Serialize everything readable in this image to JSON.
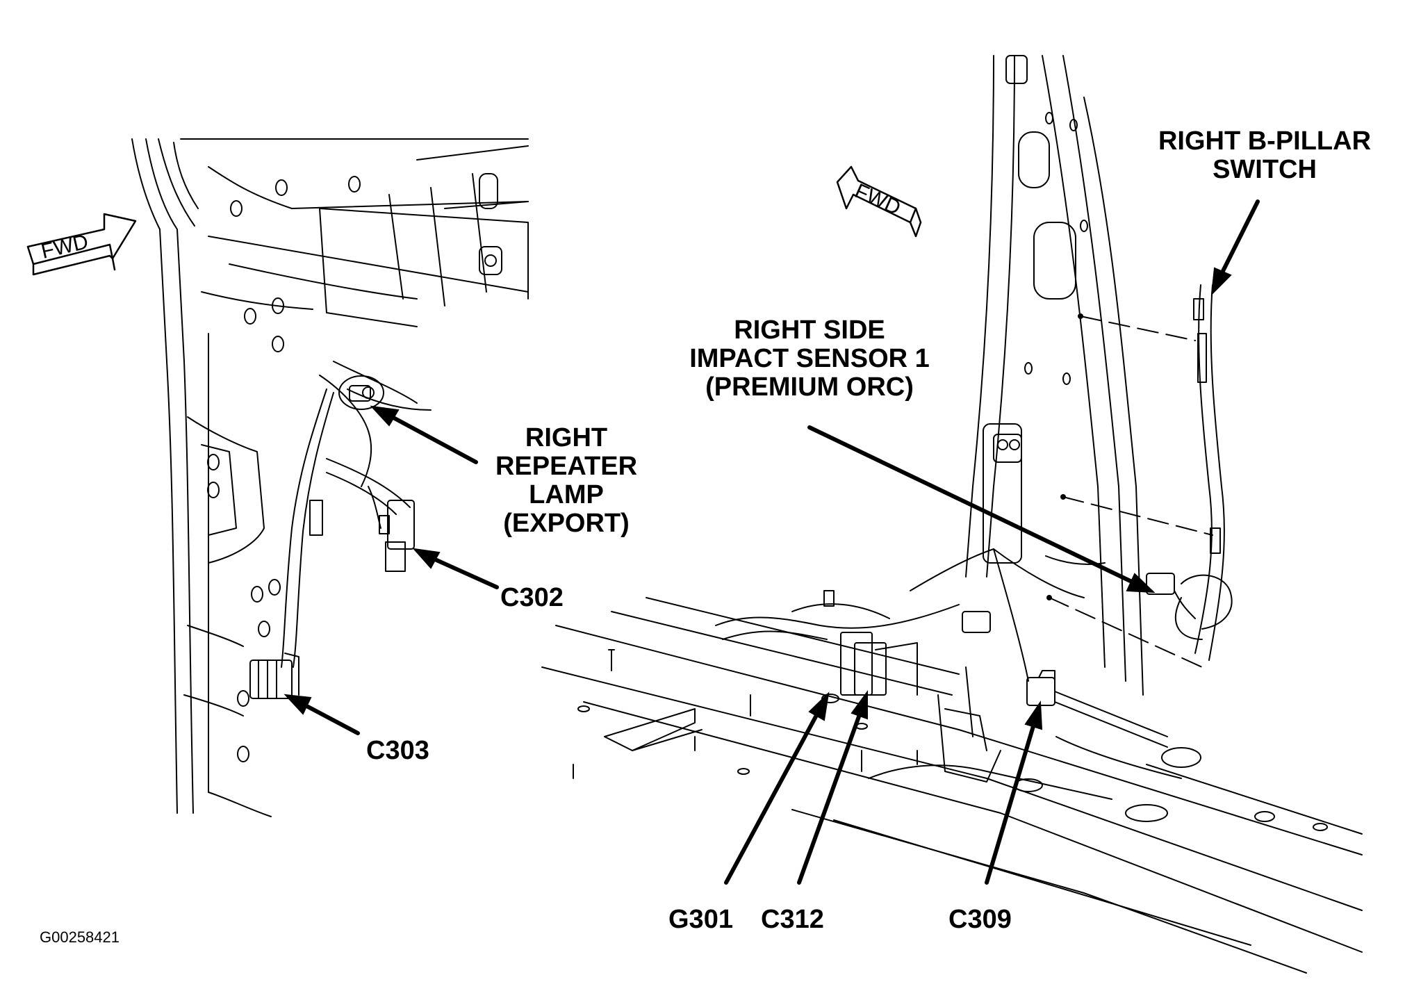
{
  "figure_code": "G00258421",
  "fwd_label": "FWD",
  "callouts": {
    "right_repeater_lamp": [
      "RIGHT",
      "REPEATER",
      "LAMP",
      "(EXPORT)"
    ],
    "c302": "C302",
    "c303": "C303",
    "right_side_impact_sensor": [
      "RIGHT SIDE",
      "IMPACT SENSOR 1",
      "(PREMIUM ORC)"
    ],
    "right_b_pillar_switch": [
      "RIGHT B-PILLAR",
      "SWITCH"
    ],
    "g301": "G301",
    "c312": "C312",
    "c309": "C309"
  }
}
